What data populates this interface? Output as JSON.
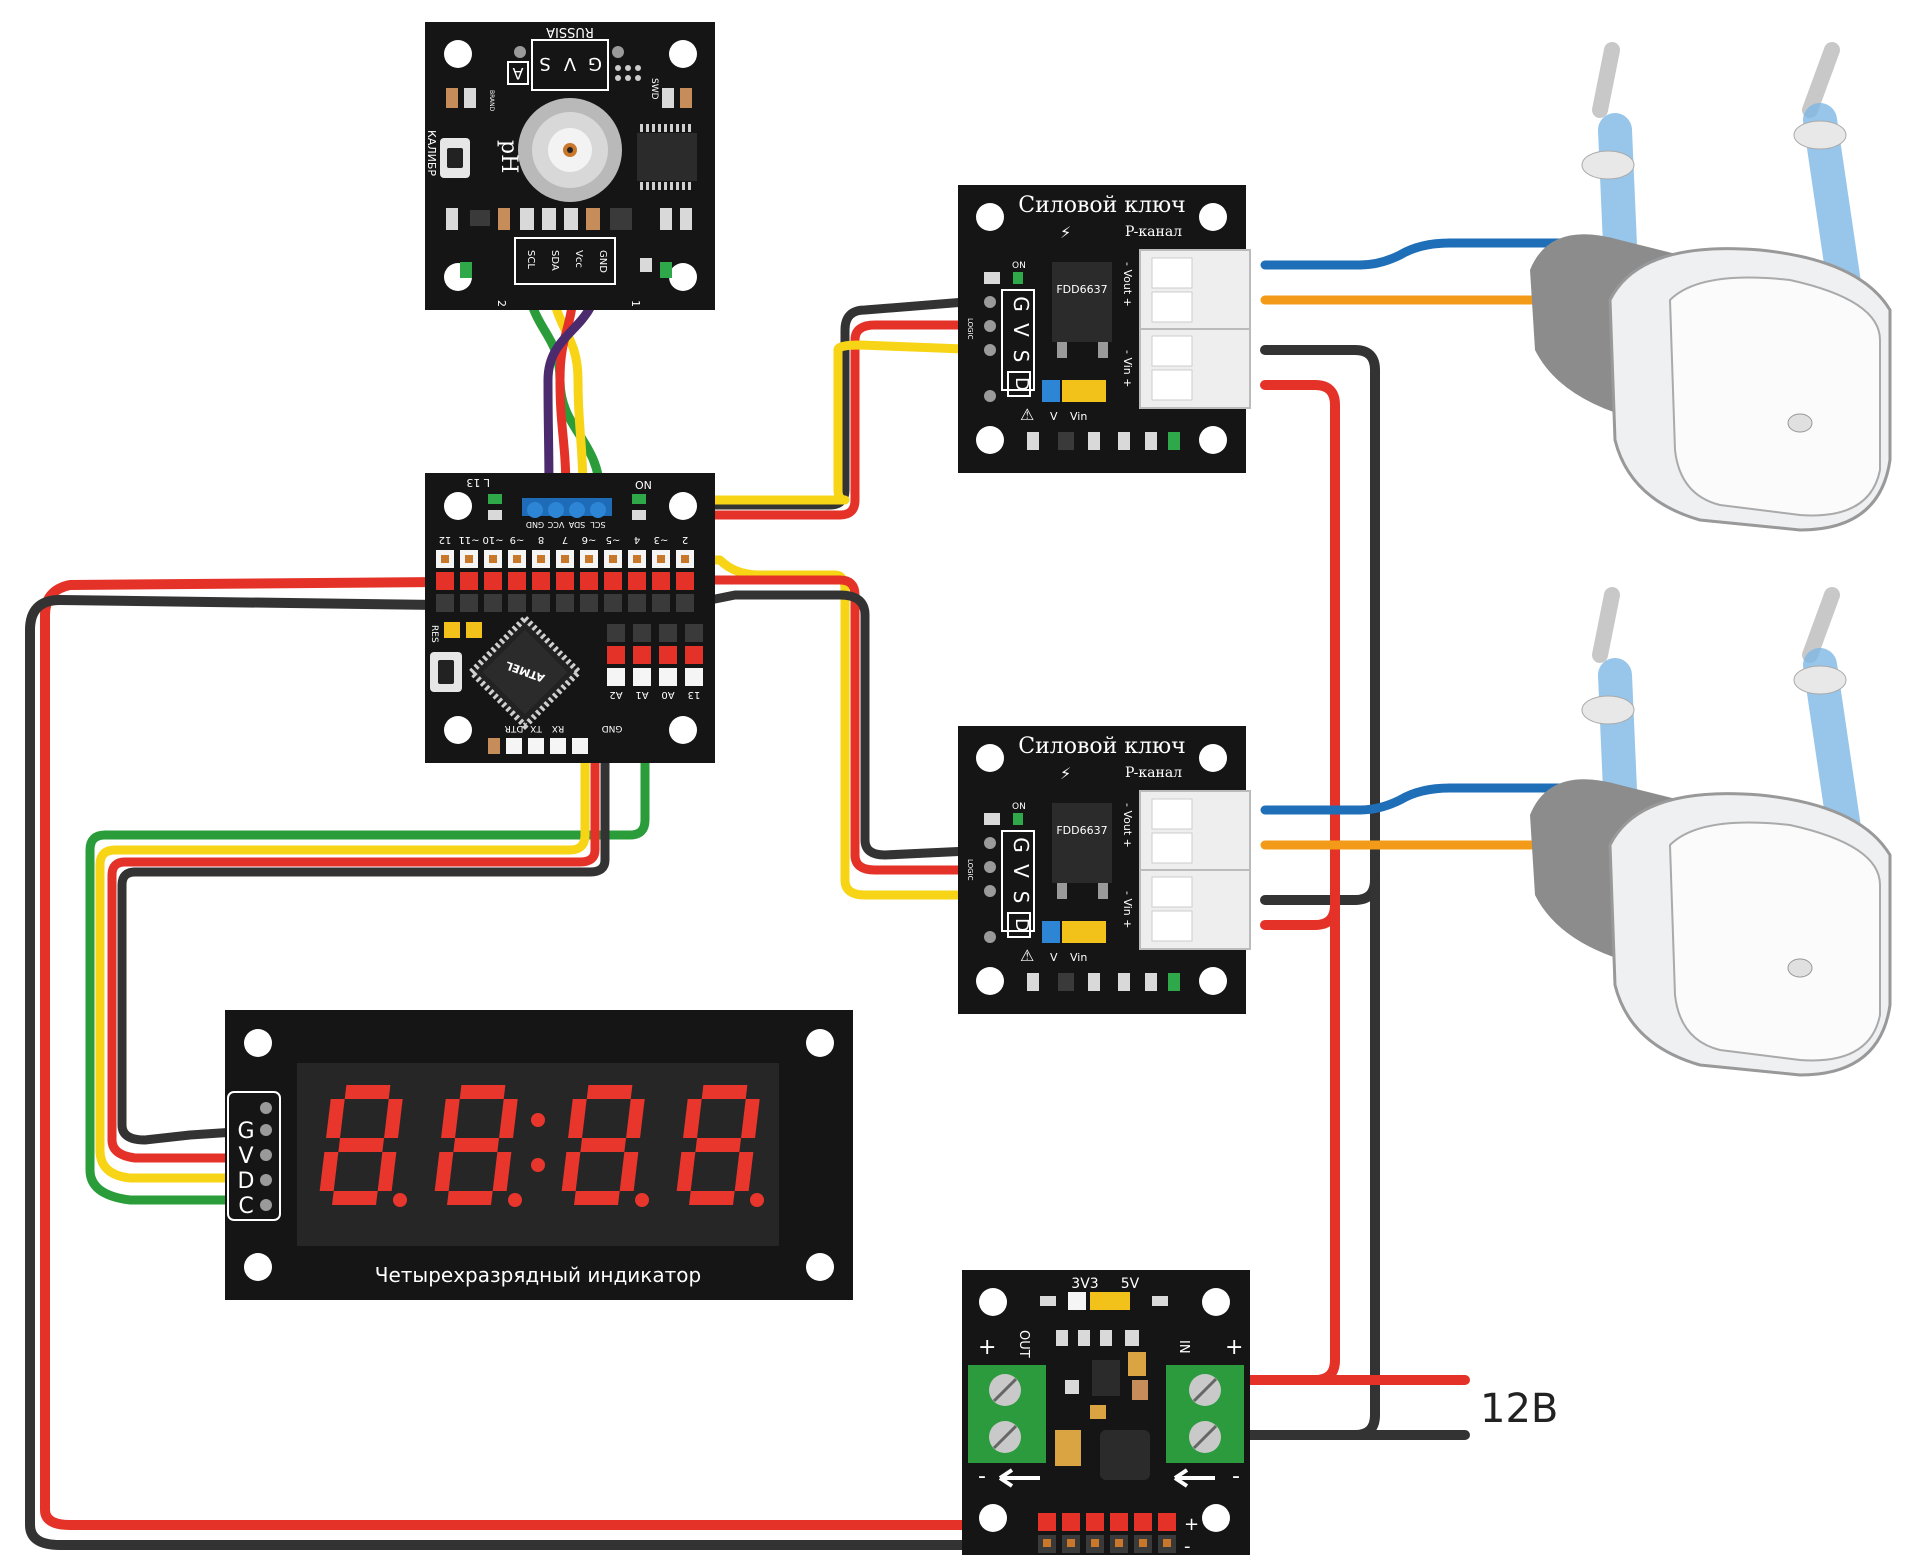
{
  "ph_module": {
    "country": "RUSSIA",
    "header_pins": [
      "G",
      "V",
      "S"
    ],
    "channel": "A",
    "swd": "SWD",
    "brand": "BRAND",
    "label": "pH",
    "button_label": "КАЛИБР",
    "i2c_pins": [
      "SCL",
      "SDA",
      "Vcc",
      "GND"
    ],
    "marks": [
      "2",
      "1"
    ]
  },
  "controller": {
    "leds": [
      "L 13",
      "ON"
    ],
    "i2c_pins": [
      "GND",
      "VCC",
      "SDA",
      "SCL"
    ],
    "top_pins": [
      "12",
      "~11",
      "~10",
      "~9",
      "8",
      "7",
      "~6",
      "~5",
      "4",
      "~3",
      "2"
    ],
    "bottom_pins": [
      "A2",
      "A1",
      "A0",
      "13"
    ],
    "uart_pins": [
      "DTR",
      "TX",
      "RX",
      "GND"
    ],
    "reset_label": "RES",
    "chip_brand": "ATMEL"
  },
  "power_switch_1": {
    "title": "Силовой ключ",
    "subtitle": "P-канал",
    "on_label": "ON",
    "chip": "FDD6637",
    "pins": [
      "G",
      "V",
      "S",
      "D"
    ],
    "vout_label": "- Vout +",
    "vin_label": "- Vin +",
    "jumper_labels": [
      "V",
      "Vin"
    ],
    "side_label": "LOGIC"
  },
  "power_switch_2": {
    "title": "Силовой ключ",
    "subtitle": "P-канал",
    "on_label": "ON",
    "chip": "FDD6637",
    "pins": [
      "G",
      "V",
      "S",
      "D"
    ],
    "vout_label": "- Vout +",
    "vin_label": "- Vin +",
    "jumper_labels": [
      "V",
      "Vin"
    ],
    "side_label": "LOGIC"
  },
  "display": {
    "pins": [
      "G",
      "V",
      "D",
      "C"
    ],
    "caption": "Четырехразрядный индикатор"
  },
  "regulator": {
    "voltage_options": [
      "3V3",
      "5V"
    ],
    "out_label": "OUT",
    "in_label": "IN",
    "plus": "+",
    "minus": "-"
  },
  "supply_label": "12В",
  "colors": {
    "pcb": "#151515",
    "wire_red": "#e53228",
    "wire_black": "#333333",
    "wire_yellow": "#f7d516",
    "wire_green": "#2a9d3a",
    "wire_purple": "#4b2a6e",
    "wire_blue": "#1f6fb8",
    "wire_orange": "#f39b18",
    "terminal_green": "#2c9b3d",
    "segment_red": "#e8362c"
  }
}
